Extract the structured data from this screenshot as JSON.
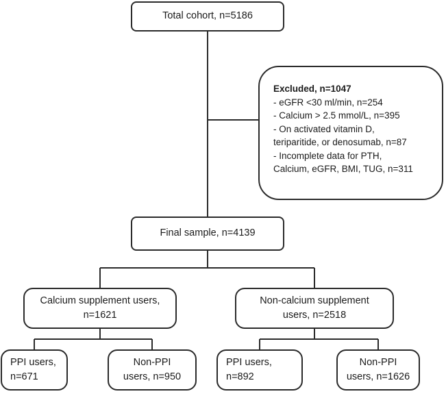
{
  "total": {
    "line1": "Total cohort, n=5186"
  },
  "excluded": {
    "title": "Excluded, n=1047",
    "lines": [
      "- eGFR <30 ml/min, n=254",
      "- Calcium > 2.5 mmol/L, n=395",
      "- On activated vitamin D,",
      "teriparitide, or denosumab, n=87",
      "- Incomplete data for PTH,",
      "Calcium, eGFR, BMI, TUG, n=311"
    ]
  },
  "final": {
    "line1": "Final sample, n=4139"
  },
  "calcium_users": {
    "line1": "Calcium supplement users,",
    "line2": "n=1621"
  },
  "non_calcium_users": {
    "line1": "Non-calcium supplement",
    "line2": "users, n=2518"
  },
  "ca_ppi": {
    "line1": "PPI users,",
    "line2": "n=671"
  },
  "ca_non_ppi": {
    "line1": "Non-PPI",
    "line2": "users, n=950"
  },
  "nca_ppi": {
    "line1": "PPI users,",
    "line2": "n=892"
  },
  "nca_non_ppi": {
    "line1": "Non-PPI",
    "line2": "users, n=1626"
  }
}
